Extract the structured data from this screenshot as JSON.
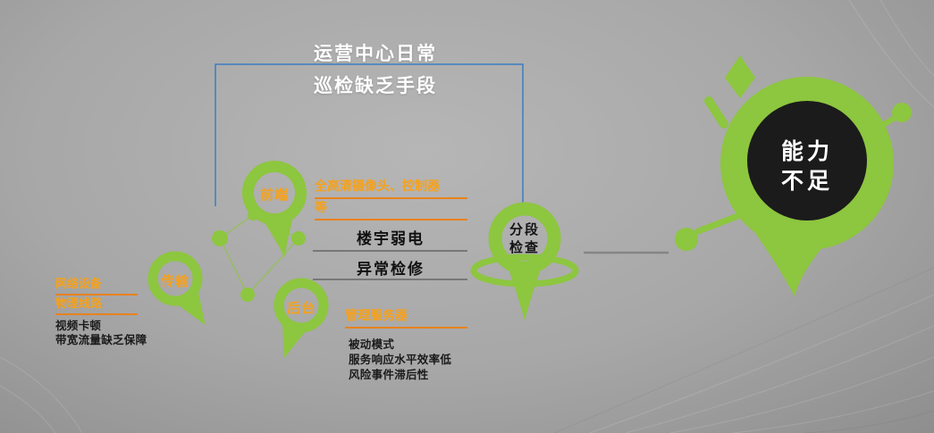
{
  "title": {
    "line1": "运营中心日常",
    "line2": "巡检缺乏手段"
  },
  "cluster": {
    "frontend": {
      "label": "前端",
      "notes": [
        "全高清摄像头、控制器",
        "等"
      ]
    },
    "transmission": {
      "label": "传输",
      "links": [
        "网络设备",
        "物理线路"
      ],
      "issues": [
        "视频卡顿",
        "带宽流量缺乏保障"
      ]
    },
    "backend": {
      "label": "后台",
      "link": "管理服务器",
      "issues": [
        "被动模式",
        "服务响应水平效率低",
        "风险事件滞后性"
      ]
    }
  },
  "center_note": {
    "line1": "楼宇弱电",
    "line2": "异常检修"
  },
  "segment_pin": {
    "line1": "分段",
    "line2": "检查"
  },
  "result_pin": {
    "line1": "能力",
    "line2": "不足"
  },
  "colors": {
    "green": "#8DC63F",
    "orange_text": "#F5A11D",
    "orange_underline": "#E8821E",
    "dark_circle": "#1B1B1B",
    "blue_bracket": "#3B7DC4",
    "connector_gray": "#777777"
  }
}
